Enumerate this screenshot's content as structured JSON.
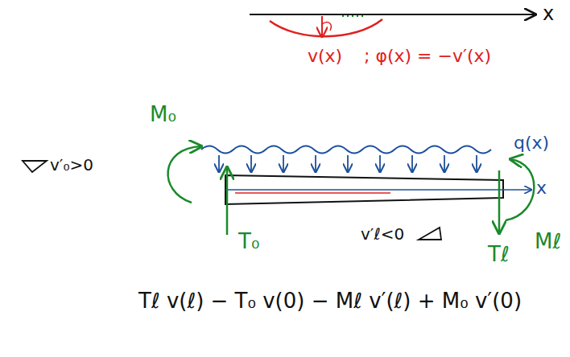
{
  "diagram": {
    "labels": [
      "x",
      "v(x)",
      "; φ(x) = −v′(x)",
      "M₀",
      "T₀",
      "q(x)",
      "x",
      "Mℓ",
      "Tℓ",
      "v′₀>0",
      "v′ℓ<0",
      "Tℓ v(ℓ) − T₀ v(0) − Mℓ v′(ℓ) + M₀ v′(0)"
    ]
  }
}
